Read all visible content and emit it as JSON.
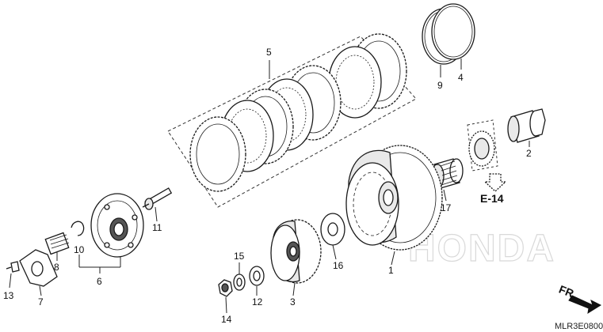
{
  "labels": {
    "p1": "1",
    "p2": "2",
    "p3": "3",
    "p4": "4",
    "p5": "5",
    "p6": "6",
    "p7": "7",
    "p8": "8",
    "p9": "9",
    "p10": "10",
    "p11": "11",
    "p12": "12",
    "p13": "13",
    "p14": "14",
    "p15": "15",
    "p16": "16",
    "p17": "17"
  },
  "reference": "E-14",
  "direction": "FR.",
  "diagram_code": "MLR3E0800",
  "watermark": "HONDA"
}
